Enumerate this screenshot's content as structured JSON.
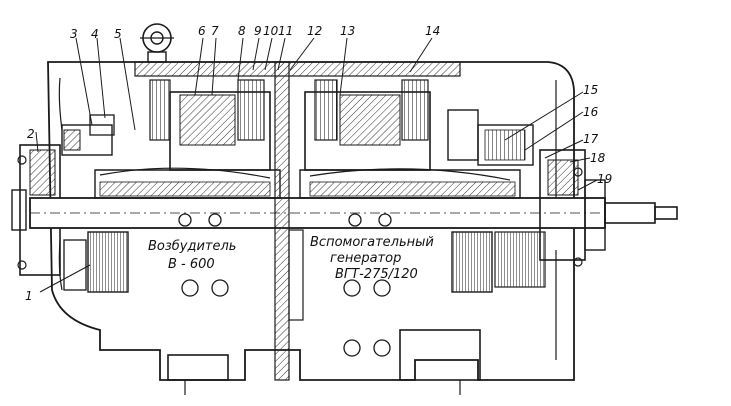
{
  "callouts": [
    "1",
    "2",
    "3",
    "4",
    "5",
    "6",
    "7",
    "8",
    "9",
    "10",
    "11",
    "12",
    "13",
    "14",
    "15",
    "16",
    "17",
    "18",
    "19"
  ],
  "captions": {
    "left_line1": "Возбудитель",
    "left_line2": "В - 600",
    "right_line1": "Вспомогательный",
    "right_line2": "генератор",
    "right_line3": "ВГТ-275/120"
  }
}
